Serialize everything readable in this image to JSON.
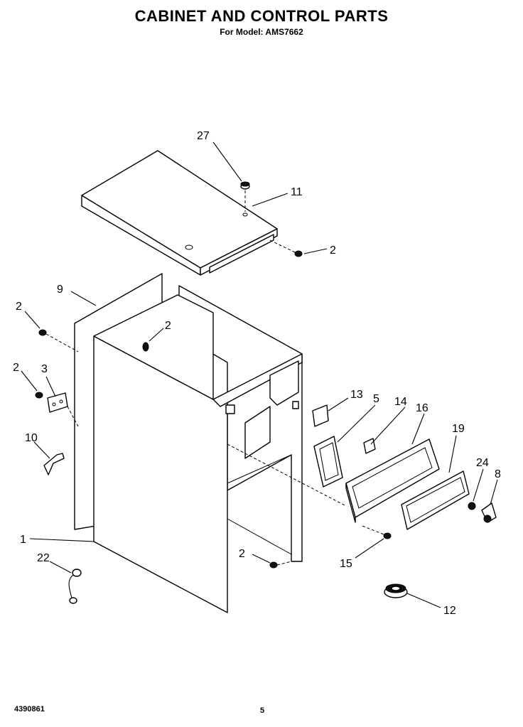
{
  "header": {
    "title": "CABINET AND CONTROL PARTS",
    "subtitle": "For Model: AMS7662"
  },
  "footer": {
    "doc_number": "4390861",
    "page_number": "5"
  },
  "callouts": {
    "c27": "27",
    "c11": "11",
    "c2_top": "2",
    "c9": "9",
    "c2_left1": "2",
    "c2_mid": "2",
    "c2_left2": "2",
    "c3": "3",
    "c10": "10",
    "c1": "1",
    "c22": "22",
    "c13": "13",
    "c5": "5",
    "c14": "14",
    "c16": "16",
    "c19": "19",
    "c24": "24",
    "c8": "8",
    "c15": "15",
    "c2_bottom": "2",
    "c12": "12"
  }
}
